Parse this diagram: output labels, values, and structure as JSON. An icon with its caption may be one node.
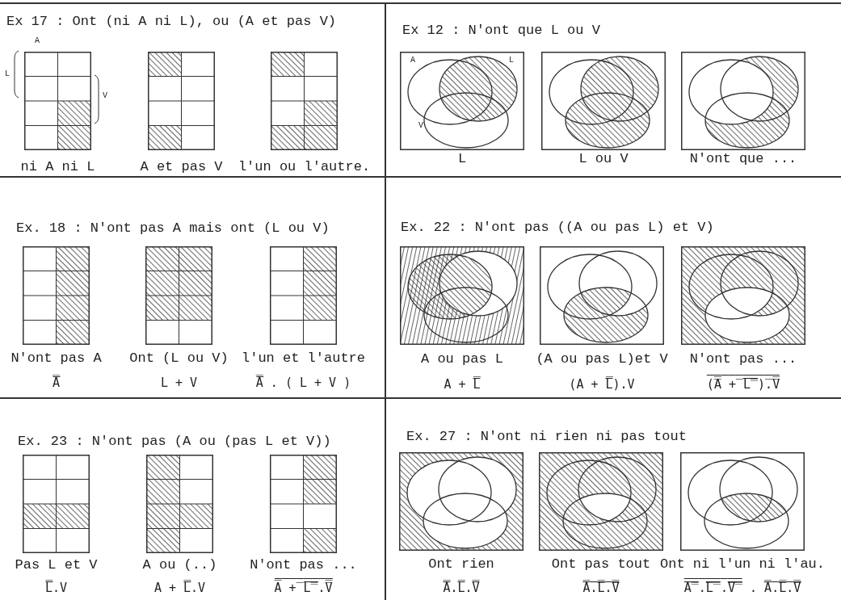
{
  "diagram": {
    "nodes": [
      {
        "text": [
          "Ex 17 : Ont (ni A ni L), ou (A et pas V)"
        ]
      },
      {
        "text": [],
        "shape": "picture",
        "in": 0,
        "beside": [
          "ni A ni L"
        ]
      },
      {
        "text": [],
        "shape": "picture",
        "in": 0,
        "beside": [
          "A et pas V"
        ]
      },
      {
        "text": [],
        "shape": "picture",
        "in": 0,
        "beside": [
          "l'un ou l'autre."
        ]
      },
      {
        "text": [
          "Ex 12 : N'ont que L ou V"
        ]
      },
      {
        "text": [],
        "shape": "picture",
        "in": 4,
        "beside": [
          "L"
        ]
      },
      {
        "text": [],
        "shape": "picture",
        "in": 4,
        "beside": [
          "L ou V"
        ]
      },
      {
        "text": [],
        "shape": "picture",
        "in": 4,
        "beside": [
          "N'ont que ..."
        ]
      },
      {
        "text": [
          "Ex. 18 : N'ont pas A mais ont (L ou V)"
        ]
      },
      {
        "text": [],
        "shape": "picture",
        "in": 8,
        "beside": [
          "N'ont pas A",
          "A̅"
        ]
      },
      {
        "text": [],
        "shape": "picture",
        "in": 8,
        "beside": [
          "Ont (L ou V)",
          "L + V"
        ]
      },
      {
        "text": [],
        "shape": "picture",
        "in": 8,
        "beside": [
          "l'un et l'autre",
          "A̅ . ( L + V )"
        ]
      },
      {
        "text": [
          "Ex. 22 : N'ont pas ((A ou pas L) et V)"
        ]
      },
      {
        "text": [],
        "shape": "picture",
        "in": 12,
        "beside": [
          "A ou pas L",
          "A + L̅"
        ]
      },
      {
        "text": [],
        "shape": "picture",
        "in": 12,
        "beside": [
          "(A ou pas L)et V",
          "(A + L̅).V"
        ]
      },
      {
        "text": [],
        "shape": "picture",
        "in": 12,
        "beside": [
          "N'ont pas ...",
          "(̅A̅ +̅ L̿)̅.̅V̅"
        ]
      },
      {
        "text": [
          "Ex. 23 : N'ont pas (A ou (pas L et V))"
        ]
      },
      {
        "text": [],
        "shape": "picture",
        "in": 16,
        "beside": [
          "Pas L et V",
          "L̅.V"
        ]
      },
      {
        "text": [],
        "shape": "picture",
        "in": 16,
        "beside": [
          "A ou (..)",
          "A + L̅.V"
        ]
      },
      {
        "text": [],
        "shape": "picture",
        "in": 16,
        "beside": [
          "N'ont pas ...",
          "A̅ +̅ L̿.̅V̅"
        ]
      },
      {
        "text": [
          "Ex. 27 : N'ont ni rien ni pas tout"
        ]
      },
      {
        "text": [],
        "shape": "picture",
        "in": 20,
        "beside": [
          "Ont rien",
          "A̅.L̅.V̅"
        ]
      },
      {
        "text": [],
        "shape": "picture",
        "in": 20,
        "beside": [
          "Ont pas tout",
          "A̅.̅L̅.̅V̅"
        ]
      },
      {
        "text": [],
        "shape": "picture",
        "in": 20,
        "beside": [
          "Ont ni l'un ni l'au.",
          "A̿.̅L̿.̅V̿ . A̅.̅L̅.̅V̅"
        ]
      }
    ],
    "labels": [
      "A",
      "L",
      "V",
      "A",
      "L",
      "V"
    ]
  }
}
